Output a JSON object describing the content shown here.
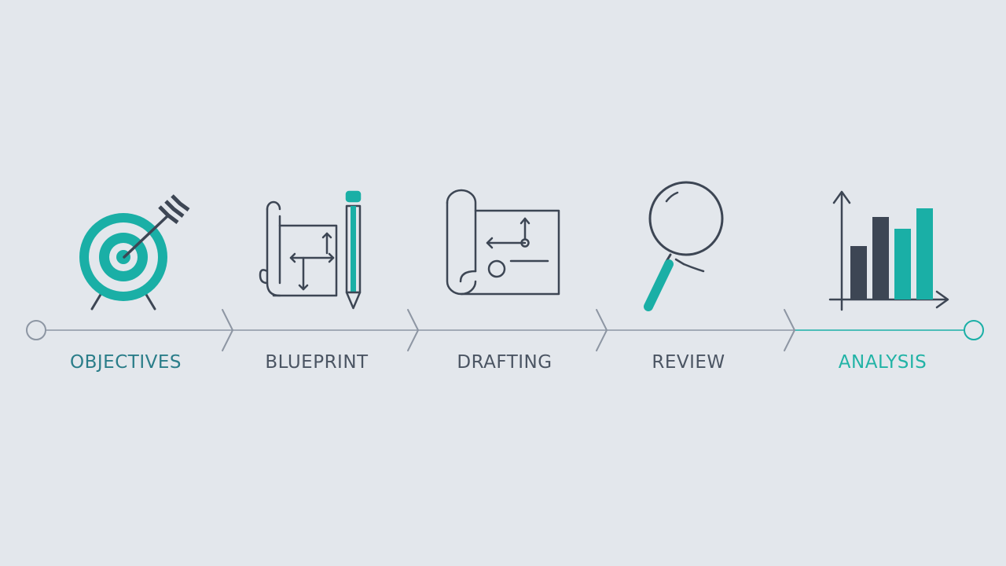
{
  "colors": {
    "background": "#e3e7ec",
    "teal": "#1aafa6",
    "dark": "#3d4654",
    "timeline": "#8d96a3",
    "label_first": "#2a7d89",
    "label_default": "#4b5563",
    "label_last": "#22b3a6"
  },
  "stages": [
    {
      "label": "OBJECTIVES",
      "icon": "target-arrow-icon"
    },
    {
      "label": "BLUEPRINT",
      "icon": "blueprint-pencil-icon"
    },
    {
      "label": "DRAFTING",
      "icon": "drafting-scroll-icon"
    },
    {
      "label": "REVIEW",
      "icon": "magnifier-icon"
    },
    {
      "label": "ANALYSIS",
      "icon": "bar-chart-icon"
    }
  ]
}
